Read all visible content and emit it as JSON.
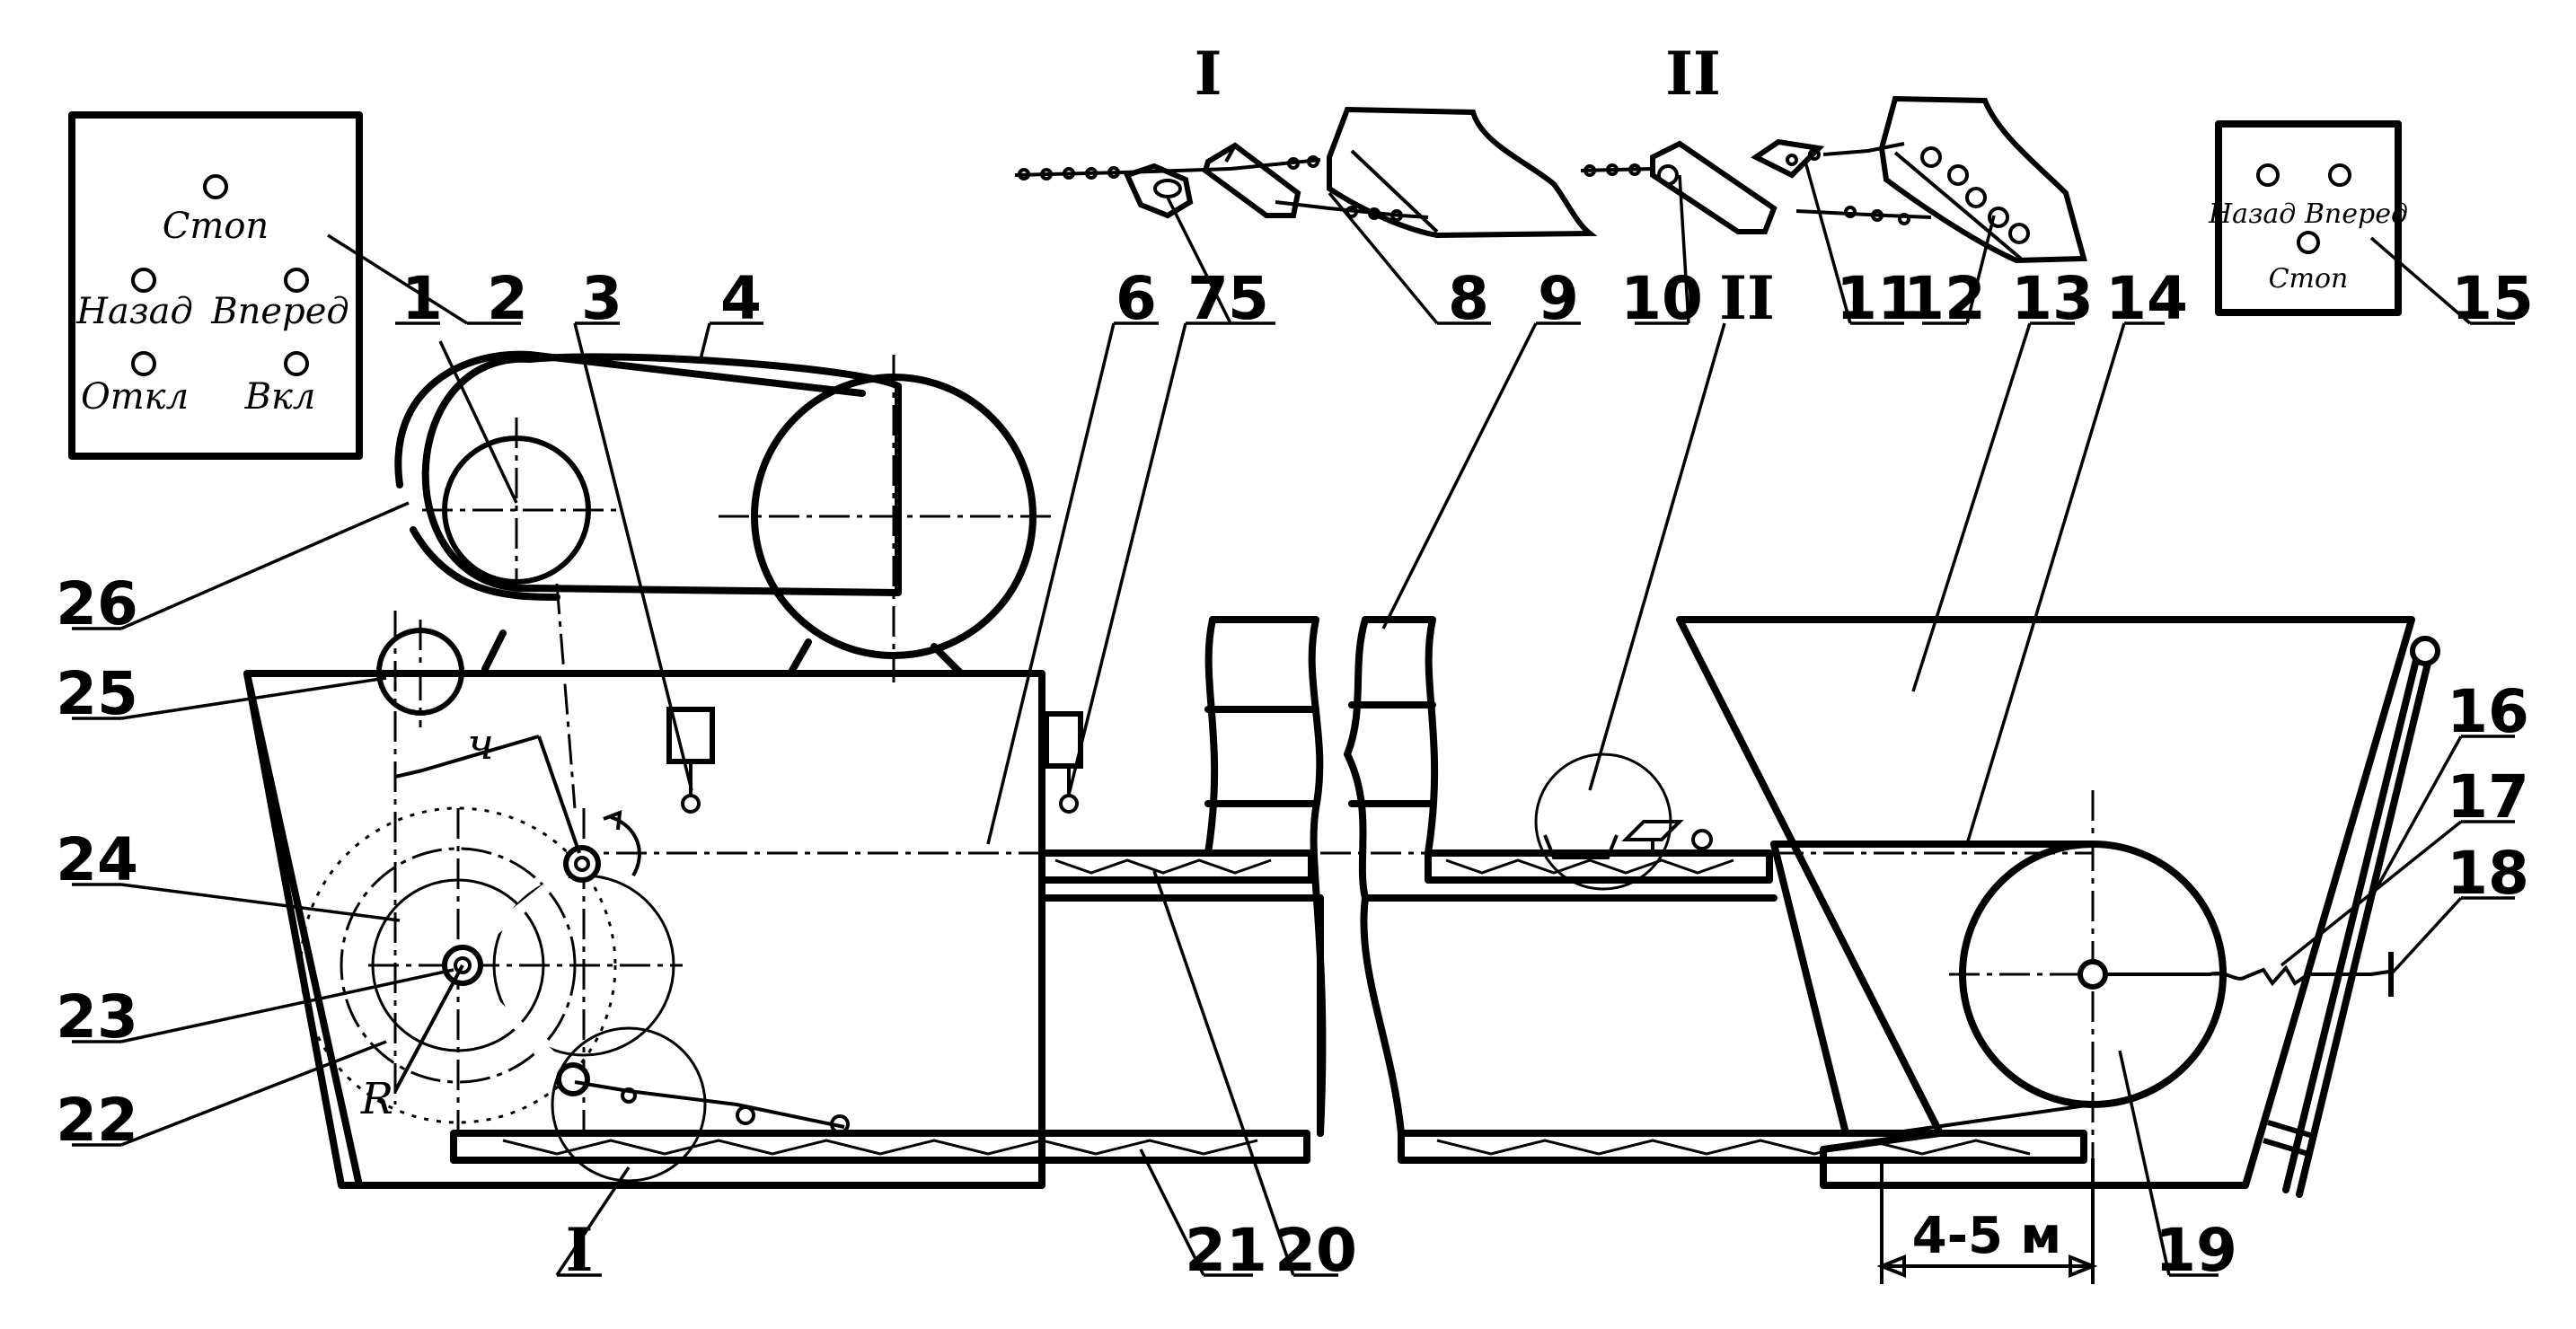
{
  "labels": {
    "n1": "1",
    "n2": "2",
    "n3": "3",
    "n4": "4",
    "n5": "5",
    "n6": "6",
    "n7": "7",
    "n8": "8",
    "n9": "9",
    "n10": "10",
    "n11": "11",
    "n12": "12",
    "n13": "13",
    "n14": "14",
    "n15": "15",
    "n16": "16",
    "n17": "17",
    "n18": "18",
    "n19": "19",
    "n20": "20",
    "n21": "21",
    "n22": "22",
    "n23": "23",
    "n24": "24",
    "n25": "25",
    "n26": "26"
  },
  "detail_markers": {
    "top_I": "I",
    "top_II": "II",
    "callout_I": "I",
    "callout_II": "II"
  },
  "left_panel": {
    "stop": "Стоп",
    "back": "Назад",
    "forward": "Вперед",
    "off": "Откл",
    "on": "Вкл"
  },
  "right_panel": {
    "back": "Назад",
    "forward": "Вперед",
    "stop": "Стоп"
  },
  "dimensions": {
    "distance": "4-5 м",
    "radius_letter": "R",
    "crank_letter": "ч"
  }
}
